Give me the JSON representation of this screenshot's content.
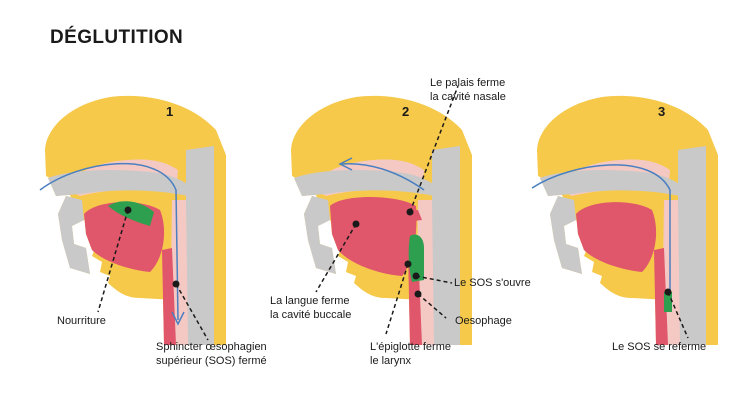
{
  "title": "DÉGLUTITION",
  "panels": [
    {
      "number": "1"
    },
    {
      "number": "2"
    },
    {
      "number": "3"
    }
  ],
  "labels": {
    "nourriture": "Nourriture",
    "sos_ferme_1": "Sphincter œsophagien",
    "sos_ferme_2": "supérieur (SOS) fermé",
    "palais_1": "Le palais ferme",
    "palais_2": "la cavité nasale",
    "langue_1": "La langue ferme",
    "langue_2": "la cavité buccale",
    "sos_ouvre": "Le SOS s'ouvre",
    "oesophage": "Oesophage",
    "epiglotte_1": "L'épiglotte ferme",
    "epiglotte_2": "le larynx",
    "sos_referme": "Le SOS se referme"
  },
  "colors": {
    "skin": "#f6c94b",
    "tissue": "#f4c9c4",
    "bone": "#c9c9c9",
    "tongue": "#e0566a",
    "food": "#2e9e4f",
    "arrow": "#4a7fc0",
    "line": "#1a1a1a"
  }
}
